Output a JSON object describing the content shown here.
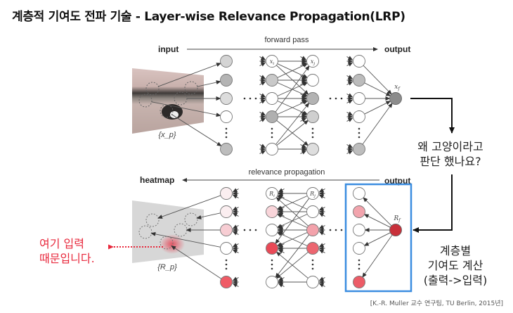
{
  "title": "계층적 기여도 전파 기술 - Layer-wise Relevance Propagation(LRP)",
  "diagram": {
    "forward": {
      "input_label": "input",
      "pass_label": "forward pass",
      "output_label": "output",
      "pixel_set_label": "{x_p}",
      "node_labels": {
        "xi": "x_i",
        "xj": "x_j",
        "xf": "x_f"
      },
      "column_shades": [
        [
          "#d4d4d4",
          "#b4b4b4",
          "#dcdcdc",
          "#ffffff",
          "#bdbdbd"
        ],
        [
          "#ffffff",
          "#c9c9c9",
          "#ffffff",
          "#b0b0b0",
          "#ffffff"
        ],
        [
          "#ffffff",
          "#ffffff",
          "#b3b3b3",
          "#cfcfcf",
          "#dedede"
        ],
        [
          "#ffffff",
          "#bcbcbc",
          "#ffffff",
          "#ffffff",
          "#bdbdbd"
        ]
      ],
      "output_shade": "#8c8c8c"
    },
    "relevance": {
      "heatmap_label": "heatmap",
      "prop_label": "relevance propagation",
      "output_label": "output",
      "pixel_set_label": "{R_p}",
      "node_labels": {
        "ri": "R_i",
        "rj": "R_j",
        "rf": "R_f"
      },
      "column_shades": [
        [
          "#fbeef0",
          "#fbeef0",
          "#f7cdd3",
          "#ffffff",
          "#ef5b66"
        ],
        [
          "#ffffff",
          "#f9d5da",
          "#ffffff",
          "#e94a57",
          "#ffffff"
        ],
        [
          "#ffffff",
          "#ffffff",
          "#f3a2ab",
          "#ec6670",
          "#ffffff"
        ],
        [
          "#ffffff",
          "#f2a4ad",
          "#ffffff",
          "#ffffff",
          "#ec5c67"
        ]
      ],
      "output_shade": "#c8303a",
      "highlight_color": "#3b8de0"
    },
    "question_text": [
      "왜 고양이라고",
      "판단 했나요?"
    ],
    "layer_text": [
      "계층별",
      "기여도 계산",
      "(출력->입력)"
    ],
    "input_note": [
      "여기 입력",
      "때문입니다."
    ],
    "note_color": "#e8283c"
  },
  "credit": "[K.-R. Muller 교수 연구팀, TU Berlin, 2015년]"
}
